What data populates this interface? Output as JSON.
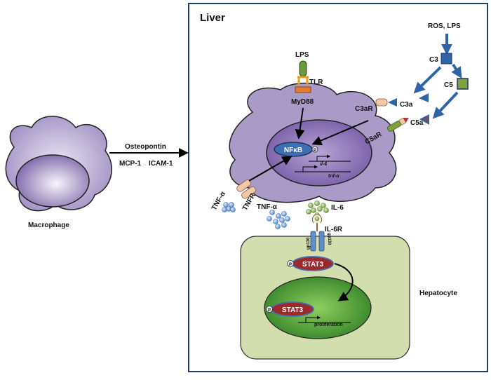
{
  "panel": {
    "title": "Liver"
  },
  "cells": {
    "macrophage": "Macrophage",
    "hepatocyte": "Hepatocyte"
  },
  "signals": {
    "osteopontin": "Osteopontin",
    "mcp1": "MCP-1",
    "icam1": "ICAM-1",
    "ros_lps": "ROS, LPS",
    "lps": "LPS",
    "tlr": "TLR",
    "myd88": "MyD88",
    "c3": "C3",
    "c5": "C5",
    "c3a": "C3a",
    "c5a": "C5a",
    "c3ar": "C3aR",
    "c5ar": "C5aR",
    "nfkb": "NFκB",
    "il6_gene": "il-6",
    "tnfa_gene": "tnf-α",
    "tnfa_left": "TNF-α",
    "tnfr": "TNFR",
    "tnfa_center": "TNF-α",
    "il6": "IL-6",
    "il6r": "IL-6R",
    "gp130_left": "gp130",
    "gp130_right": "gp130",
    "stat3_cyto": "STAT3",
    "stat3_nuc": "STAT3",
    "p_nfkb": "P",
    "p_stat3_cyto": "P",
    "p_stat3_nuc": "P",
    "proliferation": "proliferation"
  },
  "colors": {
    "panel_border": "#1f3f6b",
    "liver_cell_fill": "#a99ac8",
    "nucleus_fill": "#7c5fa8",
    "nfkb_fill": "#3e6fb2",
    "hepatocyte_fill": "#d3deae",
    "hepatocyte_nucleus": "#3f9a2e",
    "stat3_fill": "#9b2a2c",
    "complement_blue": "#2f65a7",
    "c5_green": "#7fa23e",
    "tnf_dots": "#5b8fd0",
    "il6_dots": "#7ea14c"
  }
}
